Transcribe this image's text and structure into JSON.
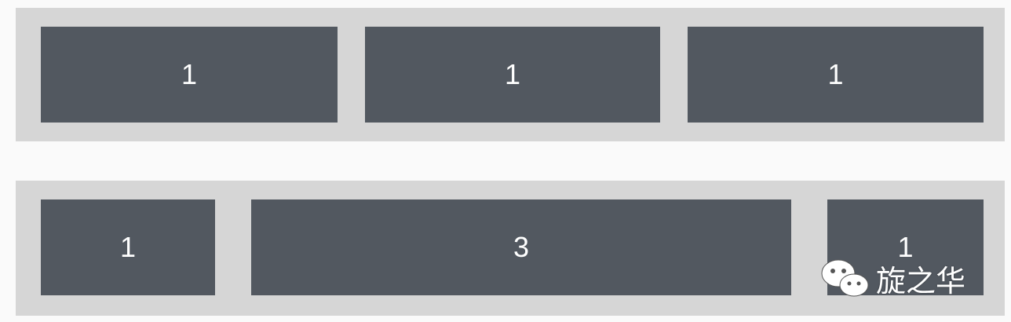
{
  "rows": [
    {
      "items": [
        {
          "label": "1",
          "flex": 1
        },
        {
          "label": "1",
          "flex": 1
        },
        {
          "label": "1",
          "flex": 1
        }
      ]
    },
    {
      "items": [
        {
          "label": "1",
          "flex": 1
        },
        {
          "label": "3",
          "flex": 3
        },
        {
          "label": "1",
          "flex": 1
        }
      ]
    }
  ],
  "watermark": {
    "text": "旋之华",
    "icon": "wechat-icon"
  },
  "colors": {
    "background": "#fafafa",
    "container": "#d6d6d6",
    "item": "#525860",
    "item_text": "#ffffff"
  }
}
